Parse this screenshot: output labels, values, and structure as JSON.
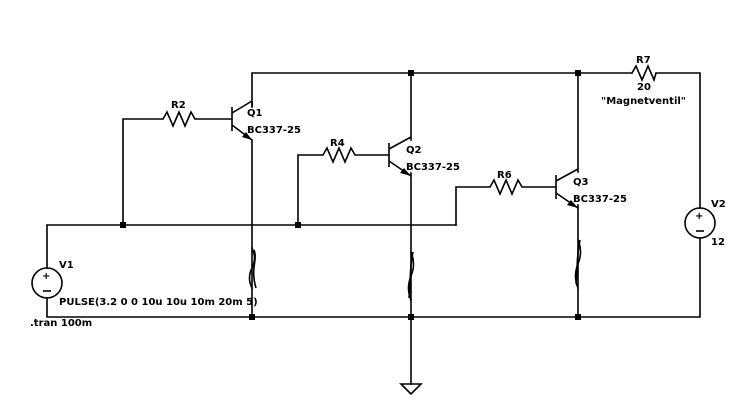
{
  "components": {
    "r2": {
      "name": "R2"
    },
    "r4": {
      "name": "R4"
    },
    "r6": {
      "name": "R6"
    },
    "r7": {
      "name": "R7",
      "value": "20",
      "note": "\"Magnetventil\""
    },
    "q1": {
      "name": "Q1",
      "model": "BC337-25"
    },
    "q2": {
      "name": "Q2",
      "model": "BC337-25"
    },
    "q3": {
      "name": "Q3",
      "model": "BC337-25"
    },
    "v1": {
      "name": "V1",
      "value": "PULSE(3.2 0 0 10u 10u 10m 20m 5)"
    },
    "v2": {
      "name": "V2",
      "value": "12"
    }
  },
  "directives": {
    "tran": ".tran 100m"
  }
}
